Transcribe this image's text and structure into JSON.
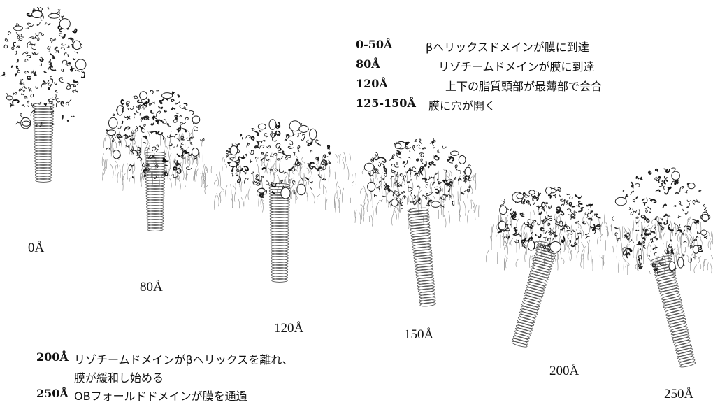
{
  "snapshots": [
    {
      "id": "s0",
      "label": "0Å"
    },
    {
      "id": "s80",
      "label": "80Å"
    },
    {
      "id": "s120",
      "label": "120Å"
    },
    {
      "id": "s150",
      "label": "150Å"
    },
    {
      "id": "s200",
      "label": "200Å"
    },
    {
      "id": "s250",
      "label": "250Å"
    }
  ],
  "legend_top": [
    {
      "distance": "0-50Å",
      "text": "βヘリックスドメインが膜に到達"
    },
    {
      "distance": "80Å",
      "text": "リゾチームドメインが膜に到達"
    },
    {
      "distance": "120Å",
      "text": "上下の脂質頭部が最薄部で会合"
    },
    {
      "distance": "125-150Å",
      "text": "膜に穴が開く"
    }
  ],
  "legend_bottom": [
    {
      "distance": "200Å",
      "text": "リゾチームドメインがβヘリックスを離れ、"
    },
    {
      "distance": "",
      "text": "膜が緩和し始める"
    },
    {
      "distance": "250Å",
      "text": "OBフォールドドメインが膜を通過"
    }
  ],
  "colors": {
    "ink": "#222222",
    "lipid": "#9a9a9a",
    "dark": "#111111"
  }
}
